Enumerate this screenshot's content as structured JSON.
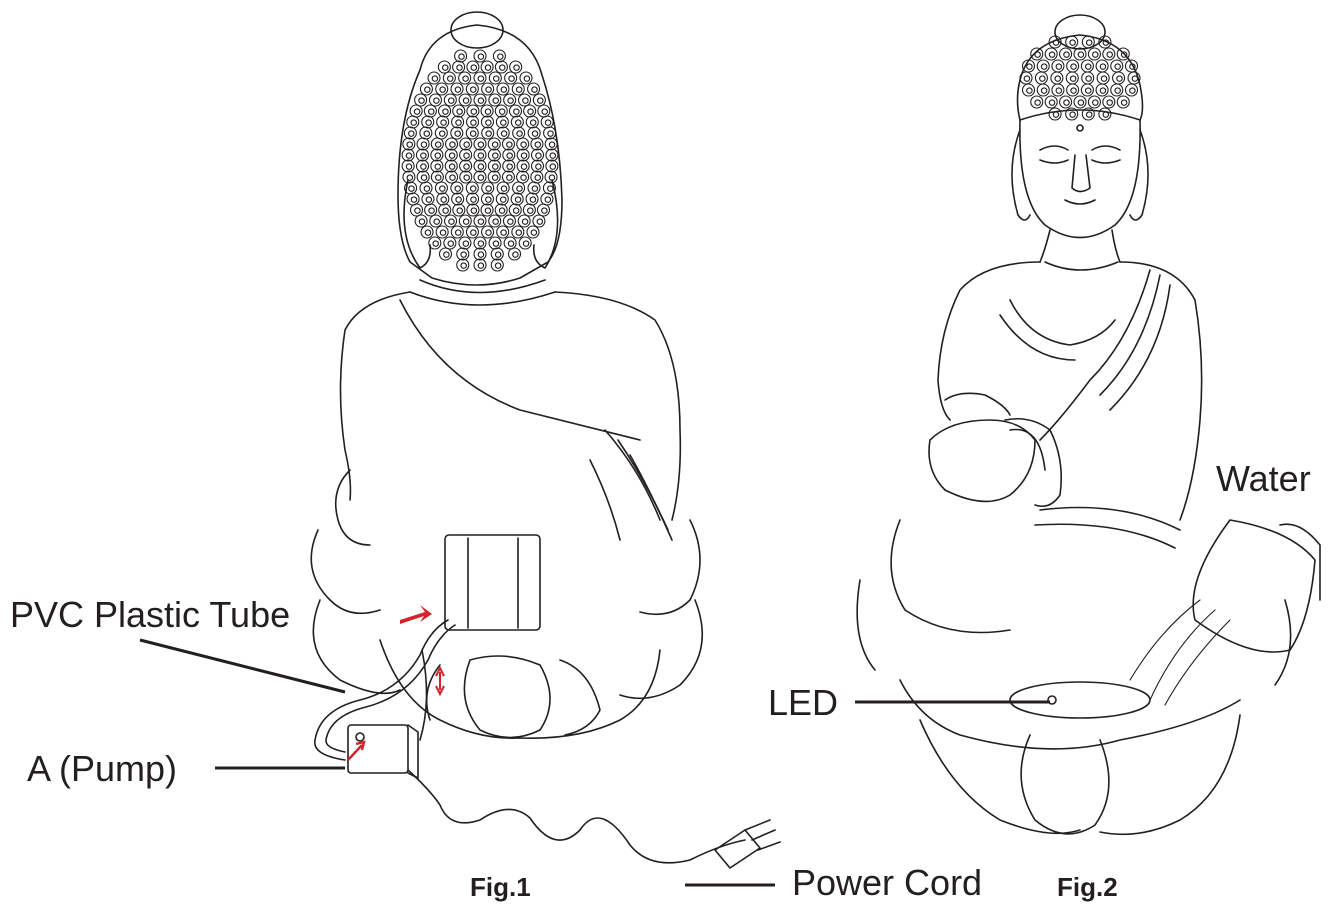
{
  "figures": {
    "fig1": {
      "caption": "Fig.1",
      "callouts": {
        "tube": "PVC Plastic Tube",
        "pump": "A (Pump)",
        "cord": "Power Cord"
      }
    },
    "fig2": {
      "caption": "Fig.2",
      "callouts": {
        "water": "Water",
        "led": "LED"
      }
    }
  },
  "colors": {
    "line": "#231f20",
    "arrow": "#d2232a",
    "background": "#ffffff"
  }
}
